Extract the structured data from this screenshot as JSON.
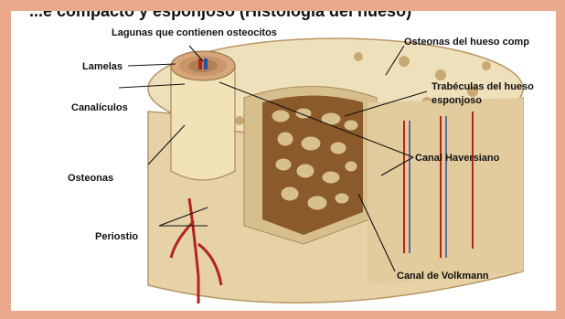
{
  "figure": {
    "title_fragment": "...e compacto y esponjoso (Histología del hueso)",
    "colors": {
      "frame": "#e9a98b",
      "bone": "#e6d2a6",
      "bone_dark": "#c9a973",
      "marrow": "#8b5a2b",
      "vessel_red": "#b5241c",
      "vessel_blue": "#2d4fa0"
    }
  },
  "labels": {
    "lagunas": "Lagunas que contienen osteocitos",
    "lamelas": "Lamelas",
    "canaliculos": "Canalículos",
    "osteonas": "Osteonas",
    "periostio": "Periostio",
    "osteonas_hueso": "Osteonas del hueso comp",
    "trabeculas_1": "Trabéculas del hueso",
    "trabeculas_2": "esponjoso",
    "canal_haversiano": "Canal Haversiano",
    "canal_volkmann": "Canal de Volkmann"
  }
}
